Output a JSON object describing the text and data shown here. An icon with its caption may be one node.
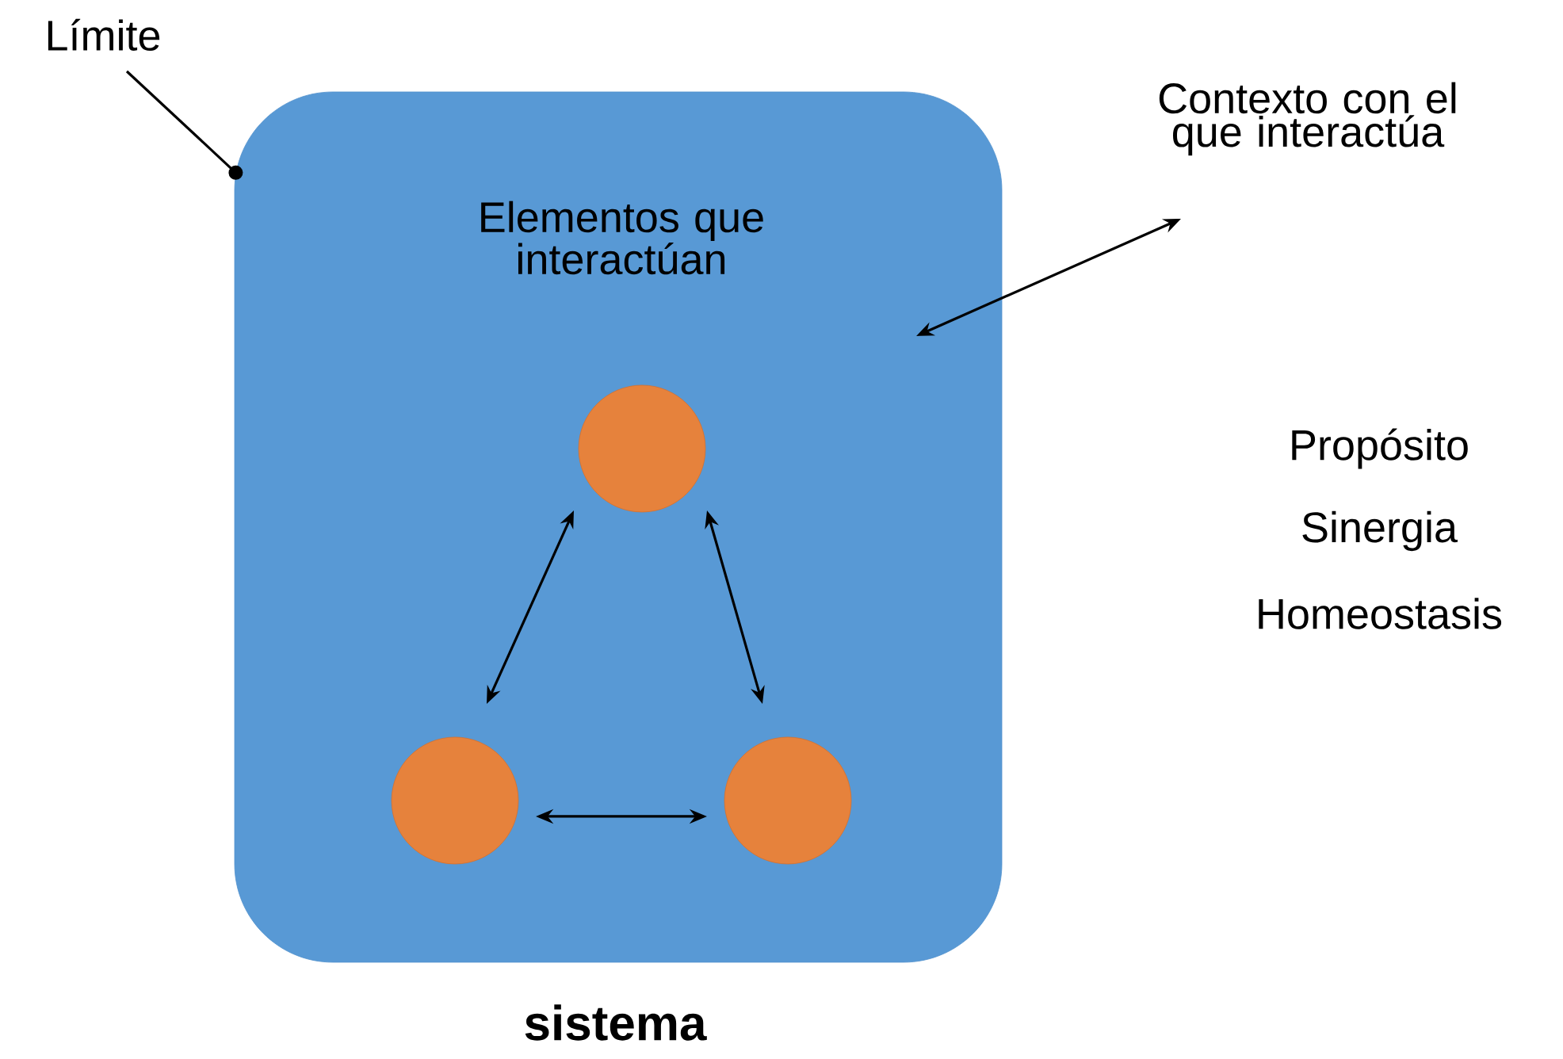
{
  "diagram": {
    "nodes": [
      {
        "text": [
          "Elementos que interactúan",
          "sistema"
        ]
      },
      {
        "text": [
          "Límite"
        ]
      },
      {
        "text": [
          "Contexto con el que interactúa"
        ]
      },
      {
        "text": [],
        "shape": "circle",
        "in": 0
      },
      {
        "text": [],
        "shape": "circle",
        "in": 0
      },
      {
        "text": [],
        "shape": "circle",
        "in": 0
      }
    ],
    "edges": [
      {
        "from": 1,
        "to": 0,
        "arrow": "other"
      },
      {
        "from": 2,
        "to": 0,
        "arrow": "both"
      },
      {
        "from": 3,
        "to": 4,
        "arrow": "both"
      },
      {
        "from": 3,
        "to": 5,
        "arrow": "both"
      },
      {
        "from": 4,
        "to": 5,
        "arrow": "both"
      }
    ],
    "labels": [
      "Propósito",
      "Sinergia",
      "Homeostasis"
    ]
  }
}
